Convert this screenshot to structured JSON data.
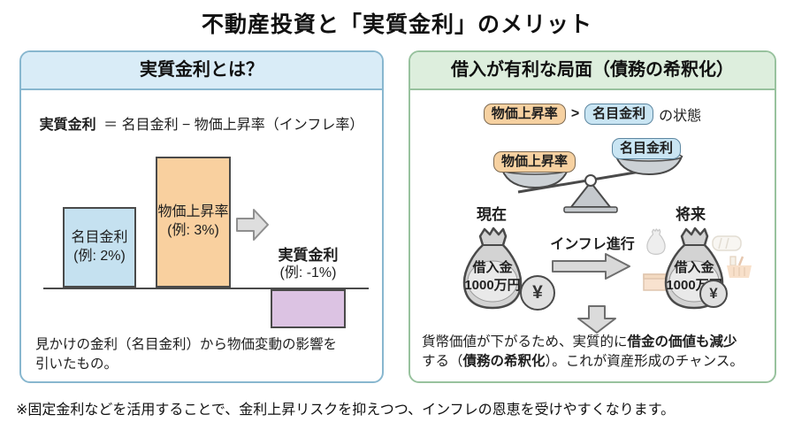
{
  "title": "不動産投資と「実質金利」のメリット",
  "colors": {
    "left_panel_border": "#88b7cf",
    "left_header_bg": "#d9ecf7",
    "right_panel_border": "#98c29e",
    "right_header_bg": "#ddeedd",
    "nominal_bar": "#c5e1f0",
    "inflation_bar": "#f9d09f",
    "real_bar": "#dcc3e3",
    "inflation_tag_bg": "#f6d1a1",
    "nominal_tag_bg": "#c9e5f3"
  },
  "left_panel": {
    "header": "実質金利とは？",
    "formula": {
      "term": "実質金利",
      "expression": "＝ 名目金利 − 物価上昇率（インフレ率）"
    },
    "chart": {
      "type": "bar",
      "bars": [
        {
          "label": "名目金利",
          "example": "(例: 2%)",
          "value": 2
        },
        {
          "label": "物価上昇率",
          "example": "(例: 3%)",
          "value": 3
        },
        {
          "label": "実質金利",
          "example": "(例: -1%)",
          "value": -1
        }
      ]
    },
    "footer_lines": [
      "見かけの金利（名目金利）から物価変動の影響を",
      "引いたもの。"
    ]
  },
  "right_panel": {
    "header": "借入が有利な局面（債務の希釈化）",
    "condition": {
      "left_tag": "物価上昇率",
      "operator": ">",
      "right_tag": "名目金利",
      "suffix": "の状態"
    },
    "seesaw": {
      "left_tag": "物価上昇率",
      "right_tag": "名目金利"
    },
    "timeline": {
      "now": "現在",
      "future": "将来",
      "arrow_label": "インフレ進行"
    },
    "money_bag": {
      "line1": "借入金",
      "line2": "1000万円",
      "currency": "¥"
    },
    "footer_lines_rich": [
      [
        {
          "text": "貨幣価値が下がるため、実質的に",
          "bold": false
        },
        {
          "text": "借金の価値も減少",
          "bold": true
        }
      ],
      [
        {
          "text": "する（",
          "bold": false
        },
        {
          "text": "債務の希釈化",
          "bold": true
        },
        {
          "text": "）。これが資産形成のチャンス。",
          "bold": false
        }
      ]
    ]
  },
  "footnote": "※固定金利などを活用することで、金利上昇リスクを抑えつつ、インフレの恩恵を受けやすくなります。"
}
